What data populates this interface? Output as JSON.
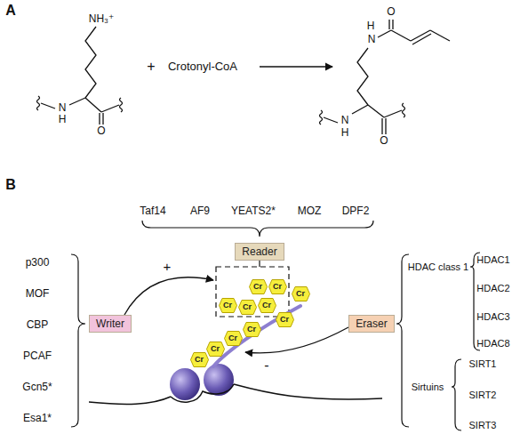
{
  "diagram": {
    "nodes": [
      {
        "text": [
          "Reader"
        ]
      },
      {
        "text": [
          "Writer"
        ]
      },
      {
        "text": [
          "Eraser"
        ]
      },
      {
        "text": [
          "Cr"
        ]
      },
      {
        "text": [
          "Cr"
        ]
      },
      {
        "text": [
          "Cr"
        ]
      },
      {
        "text": [
          "Cr"
        ]
      },
      {
        "text": [
          "Cr"
        ]
      },
      {
        "text": [
          "Cr"
        ]
      },
      {
        "text": [
          "Cr"
        ]
      },
      {
        "text": [
          "Cr"
        ]
      },
      {
        "text": [
          "Cr"
        ]
      },
      {
        "text": [
          "Cr"
        ]
      },
      {
        "text": [
          "Cr"
        ]
      }
    ],
    "labels": [
      "A",
      "NH₃⁺",
      "N",
      "H",
      "O",
      "+",
      "Crotonyl-CoA",
      "H",
      "N",
      "O",
      "N",
      "H",
      "O",
      "B",
      "Taf14",
      "AF9",
      "YEATS2*",
      "MOZ",
      "DPF2",
      "p300",
      "MOF",
      "CBP",
      "PCAF",
      "Gcn5*",
      "Esa1*",
      "+",
      "-",
      "HDAC class 1",
      "HDAC1",
      "HDAC2",
      "HDAC3",
      "HDAC8",
      "Sirtuins",
      "SIRT1",
      "SIRT2",
      "SIRT3"
    ]
  }
}
